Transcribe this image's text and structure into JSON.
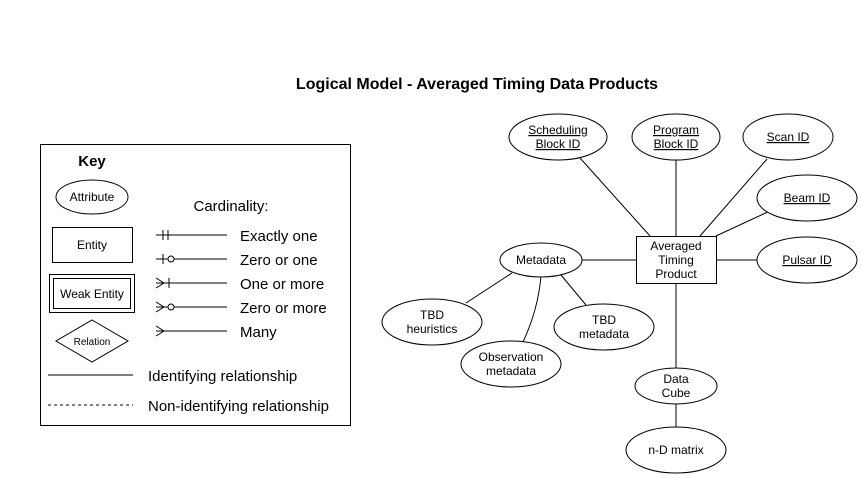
{
  "title": "Logical Model - Averaged Timing Data Products",
  "key": {
    "heading": "Key",
    "attribute": "Attribute",
    "entity": "Entity",
    "weak_entity": "Weak Entity",
    "relation": "Relation",
    "cardinality_heading": "Cardinality:",
    "cardinality": {
      "exactly_one": "Exactly one",
      "zero_or_one": "Zero or one",
      "one_or_more": "One or more",
      "zero_or_more": "Zero or more",
      "many": "Many"
    },
    "identifying": "Identifying relationship",
    "non_identifying": "Non-identifying relationship"
  },
  "nodes": {
    "central": [
      "Averaged",
      "Timing",
      "Product"
    ],
    "scheduling_block_id": [
      "Scheduling",
      "Block ID"
    ],
    "program_block_id": [
      "Program",
      "Block ID"
    ],
    "scan_id": "Scan ID",
    "beam_id": "Beam ID",
    "pulsar_id": "Pulsar ID",
    "metadata": "Metadata",
    "tbd_heuristics": [
      "TBD",
      "heuristics"
    ],
    "observation_metadata": [
      "Observation",
      "metadata"
    ],
    "tbd_metadata": [
      "TBD",
      "metadata"
    ],
    "data_cube": [
      "Data",
      "Cube"
    ],
    "nd_matrix": "n-D matrix"
  }
}
